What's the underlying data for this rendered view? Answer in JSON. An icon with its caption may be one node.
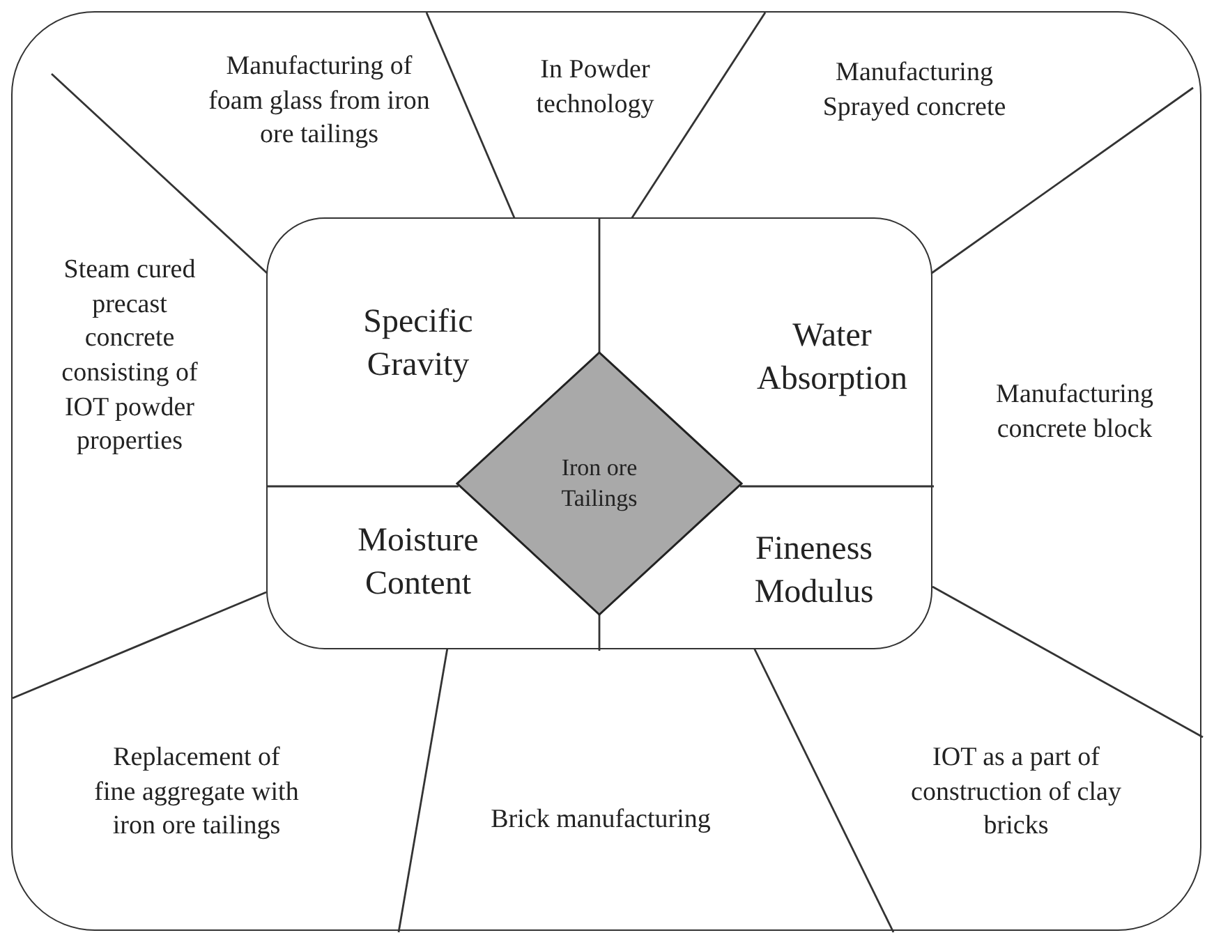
{
  "diagram": {
    "nodes": [
      {
        "text": [],
        "shape": "box"
      },
      {
        "text": [
          "Manufacturing of foam glass from iron ore tailings"
        ],
        "in": 0
      },
      {
        "text": [
          "In Powder technology"
        ],
        "in": 0
      },
      {
        "text": [
          "Manufacturing Sprayed concrete"
        ],
        "in": 0
      },
      {
        "text": [
          "Steam cured precast concrete consisting of IOT powder properties"
        ],
        "in": 0
      },
      {
        "text": [],
        "shape": "box",
        "in": 0
      },
      {
        "text": [
          "Specific Gravity"
        ],
        "in": 5
      },
      {
        "text": [
          "Water Absorption"
        ],
        "in": 5
      },
      {
        "text": [
          "Iron ore Tailings"
        ],
        "in": 5
      },
      {
        "text": [
          "Moisture Content"
        ],
        "in": 5
      },
      {
        "text": [
          "Fineness Modulus"
        ],
        "in": 5
      },
      {
        "text": [
          "Manufacturing concrete block"
        ],
        "in": 0
      },
      {
        "text": [
          "Replacement of fine aggregate with iron ore tailings"
        ],
        "in": 0
      },
      {
        "text": [
          "Brick manufacturing"
        ],
        "in": 0
      },
      {
        "text": [
          "IOT as a part of construction of clay bricks"
        ],
        "in": 0
      }
    ],
    "edges": []
  }
}
